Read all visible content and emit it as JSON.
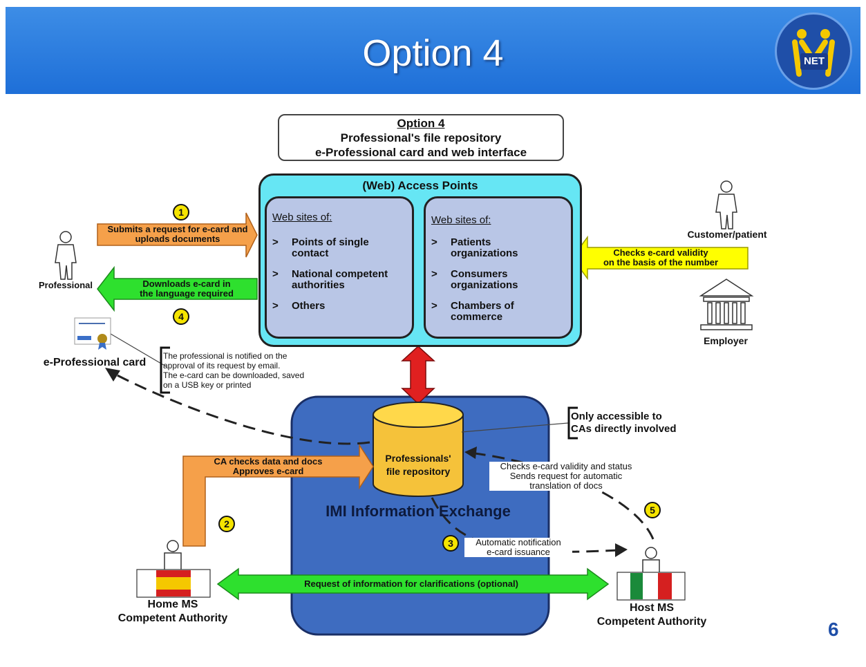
{
  "header": {
    "title": "Option 4"
  },
  "logo": {
    "text": "NET"
  },
  "title_box": {
    "line1": "Option 4",
    "line2": "Professional's file repository",
    "line3": "e-Professional card and web interface"
  },
  "access_points": {
    "title": "(Web) Access Points",
    "left": {
      "heading": "Web sites of:",
      "items": [
        "Points of single contact",
        "National competent authorities",
        "Others"
      ]
    },
    "right": {
      "heading": "Web sites of:",
      "items": [
        "Patients organizations",
        "Consumers organizations",
        "Chambers of commerce"
      ]
    }
  },
  "actors": {
    "professional": "Professional",
    "customer": "Customer/patient",
    "employer": "Employer",
    "ecard": "e-Professional card",
    "home": [
      "Home MS",
      "Competent Authority"
    ],
    "host": [
      "Host MS",
      "Competent Authority"
    ]
  },
  "arrows": {
    "submit": [
      "Submits a request for e-card and",
      "uploads documents"
    ],
    "download": [
      "Downloads e-card in",
      "the language required"
    ],
    "checks_validity": [
      "Checks e-card validity",
      "on the basis of the number"
    ],
    "ca_checks": [
      "CA checks data and docs",
      "Approves e-card"
    ],
    "request_info": "Request of information for clarifications (optional)",
    "auto_notify": [
      "Automatic notification",
      "e-card issuance"
    ],
    "host_checks": [
      "Checks e-card validity and status",
      "Sends request for automatic",
      "translation of docs"
    ]
  },
  "notes": {
    "notified": [
      "The professional is notified on the",
      "approval of its request by email.",
      "The e-card can be downloaded, saved",
      "on a USB key or printed"
    ],
    "accessible": [
      "Only accessible to",
      "CAs directly involved"
    ]
  },
  "repository": {
    "label": [
      "Professionals'",
      "file repository"
    ],
    "exchange": "IMI Information Exchange"
  },
  "steps": [
    "1",
    "2",
    "3",
    "4",
    "5"
  ],
  "page_number": "6",
  "colors": {
    "header": "#2a7be0",
    "access_points": "#66e6f4",
    "exchange": "#3e6cc0",
    "repository": "#f5c23a",
    "orange_arrow": "#f5a04a",
    "green_arrow": "#2ee02e",
    "yellow_arrow": "#ffff00",
    "red_arrow": "#e02020",
    "page_number": "#1f4fa8"
  }
}
